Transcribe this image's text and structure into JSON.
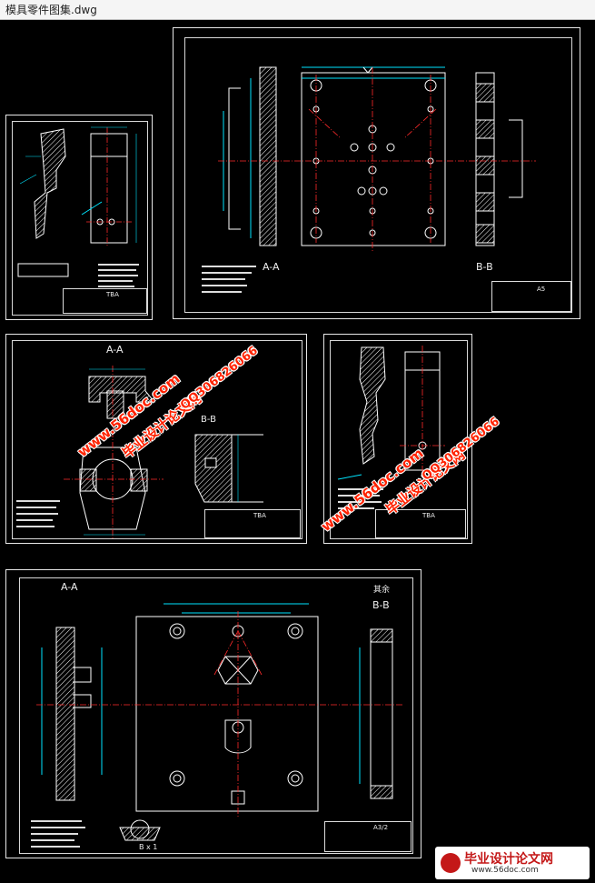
{
  "window": {
    "title": "模具零件图集.dwg"
  },
  "sheets": {
    "top_right": {
      "section_left": "A-A",
      "section_right": "B-B",
      "part_code": "A5"
    },
    "middle_left": {
      "section_top": "A-A",
      "section_right": "B-B",
      "part_code": "TBA"
    },
    "small_left": {
      "part_code": "TBA"
    },
    "middle_right": {
      "part_code": "TBA"
    },
    "bottom": {
      "section_left": "A-A",
      "section_right": "B-B",
      "detail": "B x 1",
      "part_code": "A3/2",
      "corner_note": "其余"
    }
  },
  "watermarks": {
    "site": "www.56doc.com",
    "brand": "毕业设计论文网",
    "qq": "QQ306826066"
  },
  "footer_logo": {
    "text": "毕业设计论文网",
    "url": "www.56doc.com"
  },
  "colors": {
    "background": "#000000",
    "lines": "#ffffff",
    "centerline": "#ff2a2a",
    "dims": "#00e5ff",
    "hatch": "#ffffff",
    "watermark": "#ff2200"
  }
}
